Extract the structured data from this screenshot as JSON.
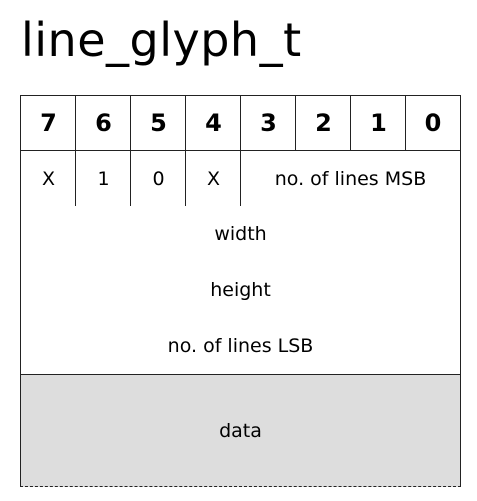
{
  "title": "line_glyph_t",
  "bit_headers": [
    "7",
    "6",
    "5",
    "4",
    "3",
    "2",
    "1",
    "0"
  ],
  "flag_row": {
    "bit7": "X",
    "bit6": "1",
    "bit5": "0",
    "bit4": "X",
    "lines_msb": "no. of lines MSB"
  },
  "rows": {
    "width": "width",
    "height": "height",
    "lines_lsb": "no. of lines LSB",
    "data": "data"
  },
  "colors": {
    "data_fill": "#dddddd",
    "border": "#222222"
  }
}
